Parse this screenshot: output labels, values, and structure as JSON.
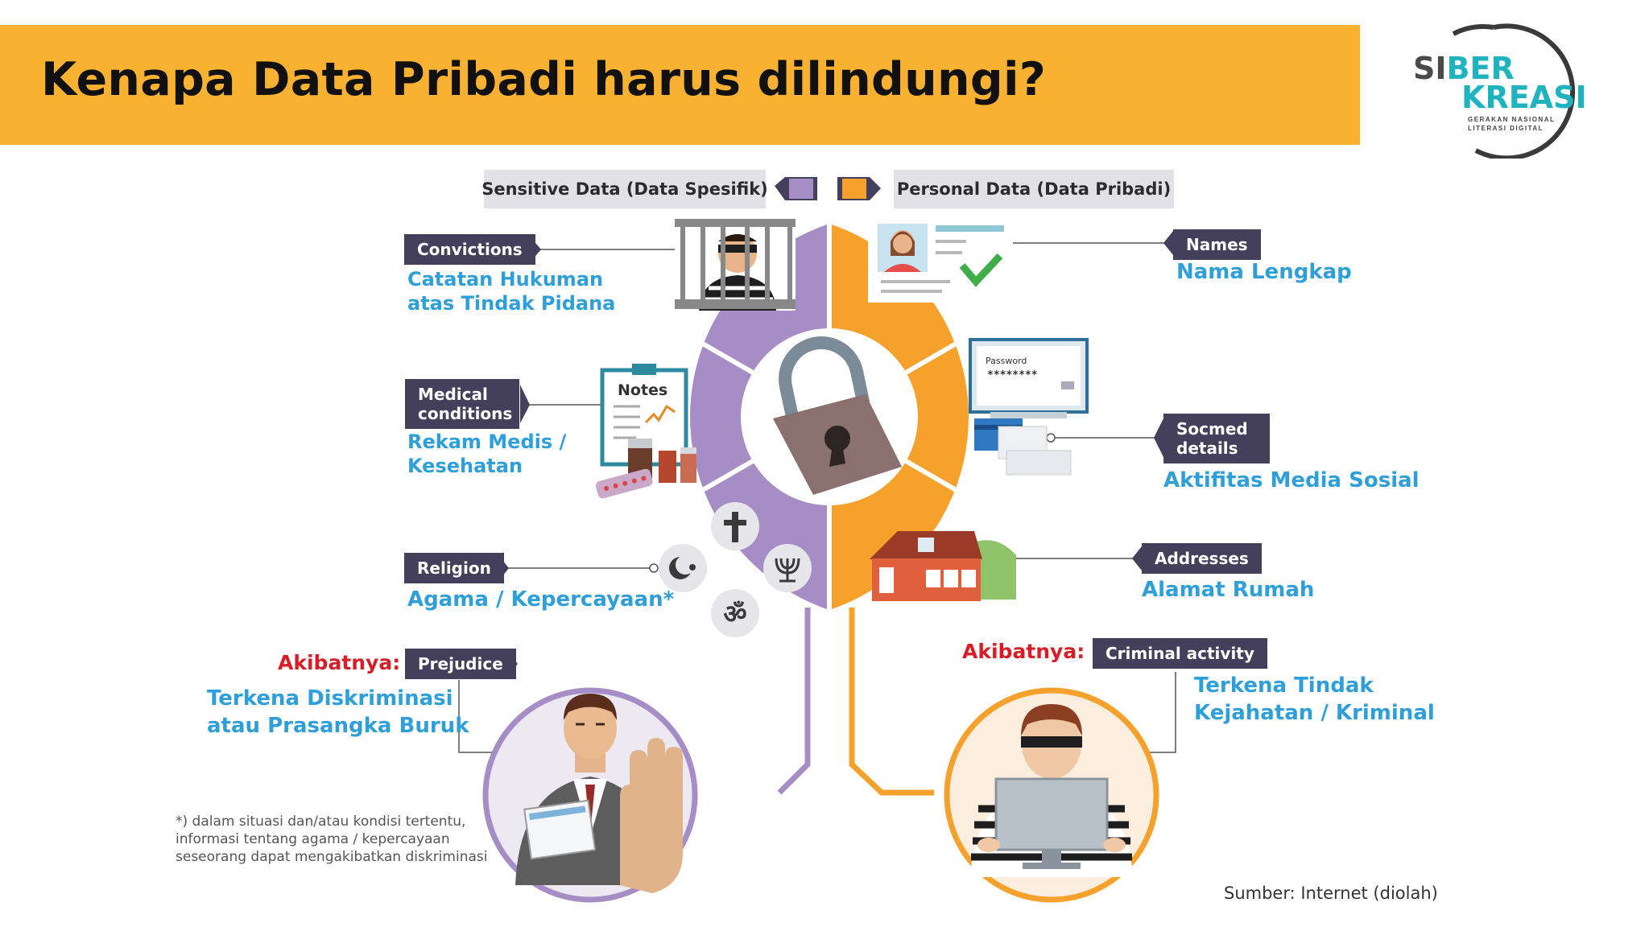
{
  "header": {
    "title": "Kenapa Data Pribadi harus dilindungi?"
  },
  "logo": {
    "line1_a": "SI",
    "line1_b": "BER",
    "line2": "KREASI",
    "tagline1": "GERAKAN NASIONAL",
    "tagline2": "LITERASI DIGITAL"
  },
  "legend": {
    "sensitive": "Sensitive Data (Data Spesifik)",
    "personal": "Personal Data (Data Pribadi)",
    "sensitive_color": "#a78dc6",
    "personal_color": "#f6a12c"
  },
  "sensitive": {
    "convictions": {
      "tag": "Convictions",
      "line1": "Catatan Hukuman",
      "line2": "atas Tindak Pidana"
    },
    "medical": {
      "tag1": "Medical",
      "tag2": "conditions",
      "line1": "Rekam Medis /",
      "line2": "Kesehatan",
      "notes_label": "Notes"
    },
    "religion": {
      "tag": "Religion",
      "line1": "Agama / Kepercayaan*"
    }
  },
  "personal": {
    "names": {
      "tag": "Names",
      "line1": "Nama Lengkap"
    },
    "socmed": {
      "tag1": "Socmed",
      "tag2": "details",
      "line1": "Aktifitas Media Sosial",
      "password_label": "Password",
      "password_mask": "********"
    },
    "addresses": {
      "tag": "Addresses",
      "line1": "Alamat Rumah"
    }
  },
  "consequences": {
    "left": {
      "label": "Akibatnya:",
      "tag": "Prejudice",
      "line1": "Terkena Diskriminasi",
      "line2": "atau Prasangka Buruk"
    },
    "right": {
      "label": "Akibatnya:",
      "tag": "Criminal activity",
      "line1": "Terkena Tindak",
      "line2": "Kejahatan / Kriminal"
    }
  },
  "footnote": {
    "line1": "*) dalam situasi dan/atau kondisi tertentu,",
    "line2": "informasi tentang agama / kepercayaan",
    "line3": "seseorang dapat mengakibatkan diskriminasi"
  },
  "source": "Sumber: Internet (diolah)"
}
